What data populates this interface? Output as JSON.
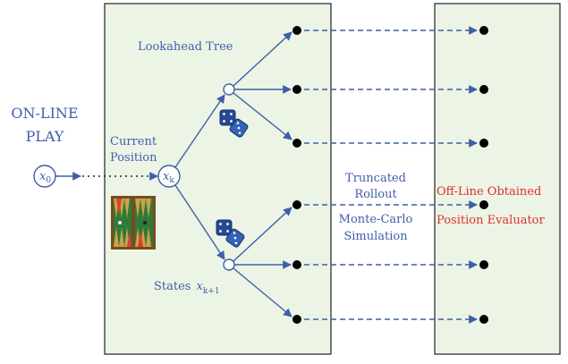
{
  "labels": {
    "online_play_1": "ON-LINE",
    "online_play_2": "PLAY",
    "current_position_1": "Current",
    "current_position_2": "Position",
    "lookahead_tree": "Lookahead  Tree",
    "states_prefix": "States",
    "states_var": "x",
    "states_sub": "k+1",
    "x0_var": "x",
    "x0_sub": "0",
    "xk_var": "x",
    "xk_sub": "k",
    "truncated_rollout_1": "Truncated",
    "truncated_rollout_2": "Rollout",
    "monte_carlo_1": "Monte-Carlo",
    "monte_carlo_2": "Simulation",
    "offline_1": "Off-Line Obtained",
    "offline_2": "Position Evaluator"
  },
  "colors": {
    "panel_fill": "#ecf4e6",
    "panel_stroke": "#222222",
    "accent_blue": "#3f5ea8",
    "accent_red": "#e0302a"
  },
  "icons": {
    "dice_upper": "dice-icon",
    "dice_lower": "dice-icon",
    "board": "backgammon-board-icon"
  }
}
